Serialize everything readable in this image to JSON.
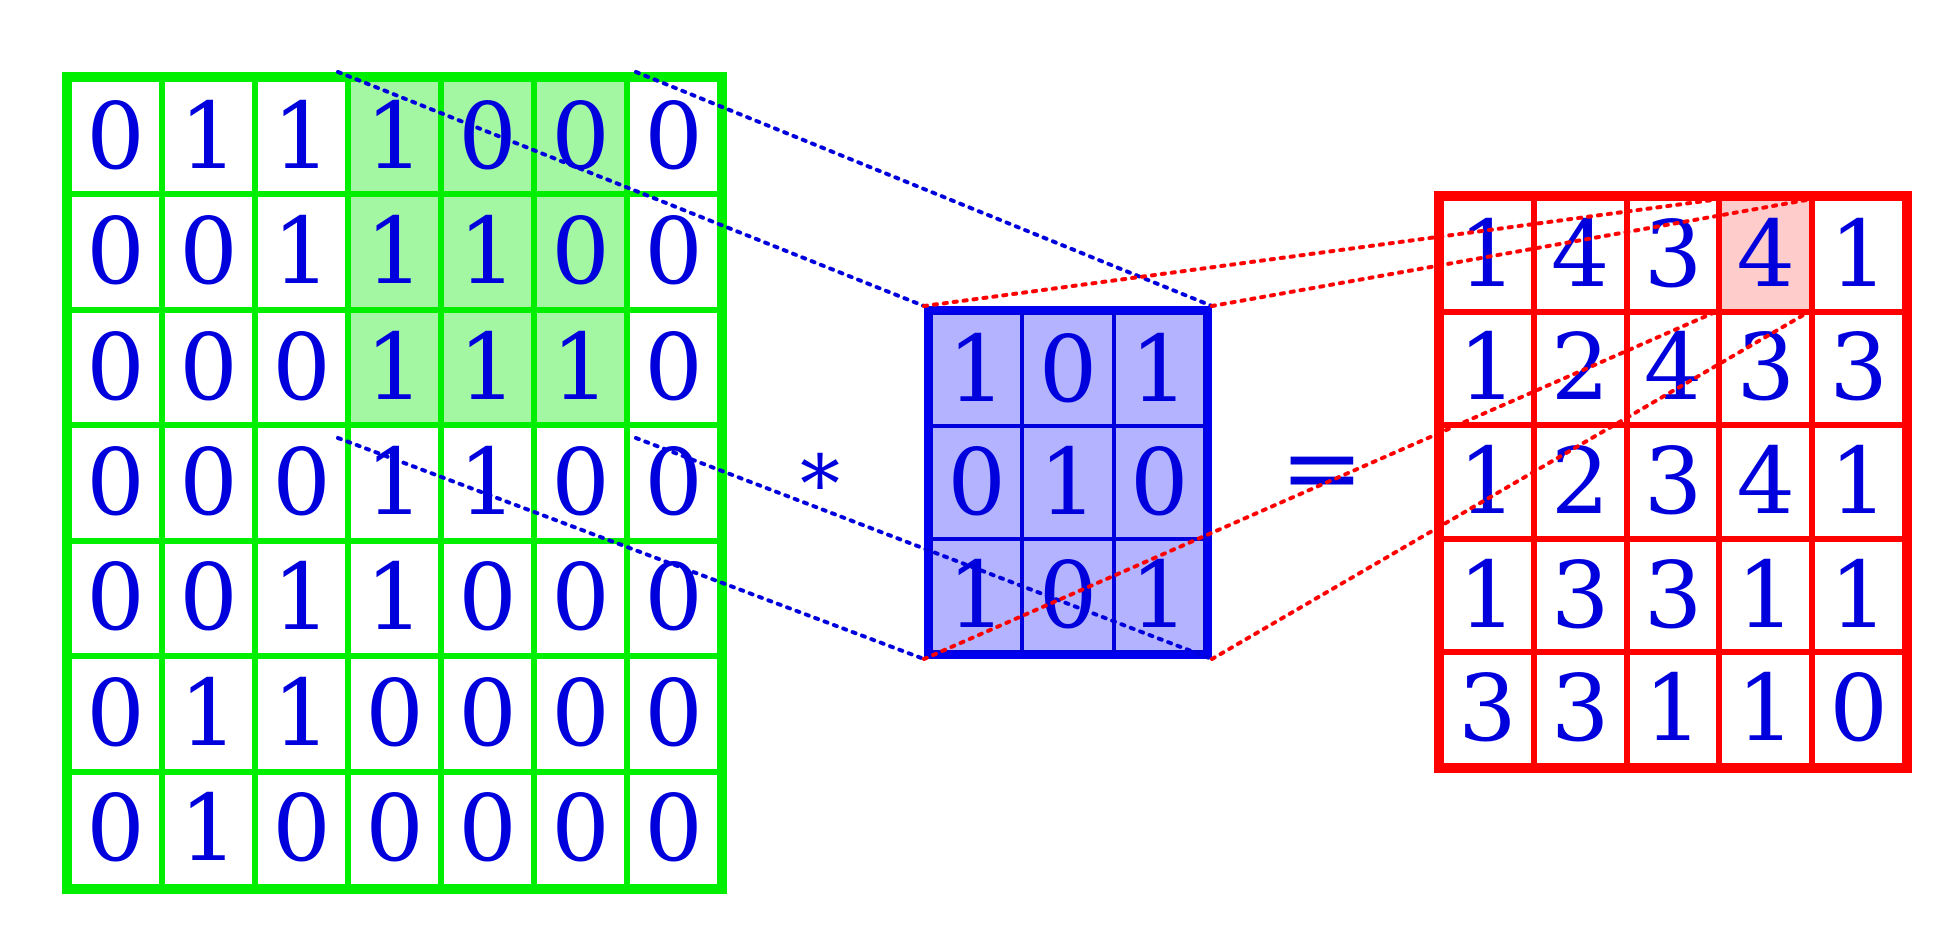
{
  "input": {
    "rows": [
      [
        "0",
        "1",
        "1",
        "1",
        "0",
        "0",
        "0"
      ],
      [
        "0",
        "0",
        "1",
        "1",
        "1",
        "0",
        "0"
      ],
      [
        "0",
        "0",
        "0",
        "1",
        "1",
        "1",
        "0"
      ],
      [
        "0",
        "0",
        "0",
        "1",
        "1",
        "0",
        "0"
      ],
      [
        "0",
        "0",
        "1",
        "1",
        "0",
        "0",
        "0"
      ],
      [
        "0",
        "1",
        "1",
        "0",
        "0",
        "0",
        "0"
      ],
      [
        "0",
        "1",
        "0",
        "0",
        "0",
        "0",
        "0"
      ]
    ],
    "highlight": {
      "row_start": 0,
      "col_start": 3,
      "size": 3
    }
  },
  "kernel": {
    "rows": [
      [
        "1",
        "0",
        "1"
      ],
      [
        "0",
        "1",
        "0"
      ],
      [
        "1",
        "0",
        "1"
      ]
    ]
  },
  "output": {
    "rows": [
      [
        "1",
        "4",
        "3",
        "4",
        "1"
      ],
      [
        "1",
        "2",
        "4",
        "3",
        "3"
      ],
      [
        "1",
        "2",
        "3",
        "4",
        "1"
      ],
      [
        "1",
        "3",
        "3",
        "1",
        "1"
      ],
      [
        "3",
        "3",
        "1",
        "1",
        "0"
      ]
    ],
    "highlight": {
      "row": 0,
      "col": 3
    }
  },
  "operators": {
    "multiply": "*",
    "equals": "="
  },
  "colors": {
    "input_border": "#00ee00",
    "input_highlight": "#a3f7a3",
    "kernel_border": "#0000ee",
    "kernel_fill": "#b3b3ff",
    "output_border": "#ff0000",
    "output_highlight": "#ffcccc",
    "digit": "#0000dd",
    "blue_dots": "#0000dd",
    "red_dots": "#ff0000"
  }
}
